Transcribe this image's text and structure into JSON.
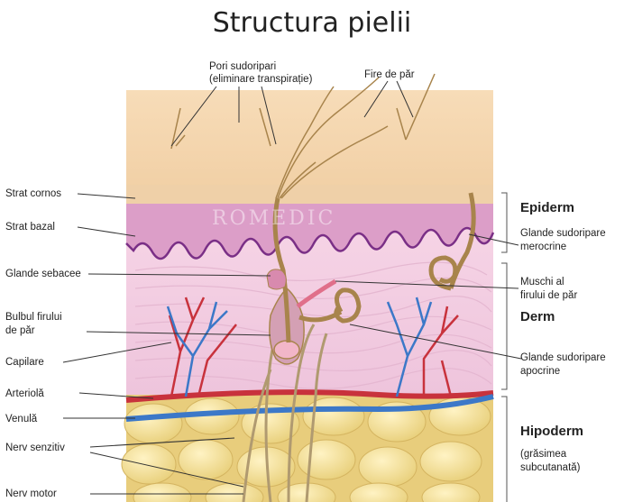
{
  "title": "Structura pielii",
  "watermark": "ROMEDIC",
  "labels_top": {
    "pori_line1": "Pori sudoripari",
    "pori_line2": "(eliminare transpirație)",
    "fire": "Fire de păr"
  },
  "labels_left": {
    "strat_cornos": "Strat cornos",
    "strat_bazal": "Strat bazal",
    "glande_sebacee": "Glande sebacee",
    "bulbul_line1": "Bulbul firului",
    "bulbul_line2": "de păr",
    "capilare": "Capilare",
    "arteriola": "Arteriolă",
    "venula": "Venulă",
    "nerv_senzitiv": "Nerv senzitiv",
    "nerv_motor": "Nerv motor"
  },
  "labels_right": {
    "epiderm": "Epiderm",
    "merocrine_line1": "Glande sudoripare",
    "merocrine_line2": "merocrine",
    "muschi_line1": "Muschi al",
    "muschi_line2": "firului de păr",
    "derm": "Derm",
    "apocrine_line1": "Glande sudoripare",
    "apocrine_line2": "apocrine",
    "hipoderm": "Hipoderm",
    "grasime_line1": "(grăsimea",
    "grasime_line2": "subcutanată)"
  },
  "colors": {
    "epidermis_top": "#f5d9b4",
    "stratum_corneum": "#f0d2aa",
    "epidermis_pink": "#dc9ec8",
    "dermis": "#f3d0e2",
    "fat": "#f0dc94",
    "artery": "#c8323c",
    "vein": "#3c78c8",
    "hair": "#a8844c"
  }
}
